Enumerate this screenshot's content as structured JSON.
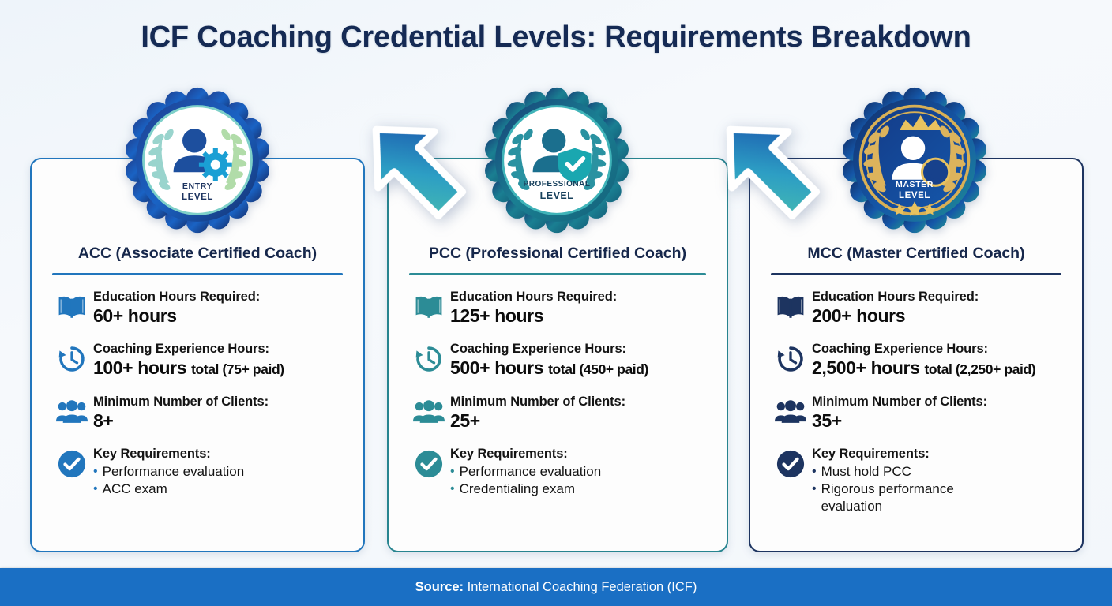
{
  "title": "ICF Coaching Credential Levels: Requirements Breakdown",
  "colors": {
    "acc_accent": "#2176bd",
    "pcc_accent": "#2c8c96",
    "mcc_accent": "#1d3460",
    "footer_bg": "#1a6fc4",
    "title_color": "#152a54",
    "gold": "#d6a53a"
  },
  "badges": [
    {
      "name": "entry-level-badge",
      "line1": "ENTRY",
      "line2": "LEVEL",
      "icon": "person-gear-icon"
    },
    {
      "name": "professional-level-badge",
      "line1": "PROFESSIONAL",
      "line2": "LEVEL",
      "icon": "person-shield-check-icon"
    },
    {
      "name": "master-level-badge",
      "line1": "MASTER",
      "line2": "LEVEL",
      "icon": "person-crown-star-icon"
    }
  ],
  "arrows": [
    {
      "name": "progression-arrow-acc-to-pcc"
    },
    {
      "name": "progression-arrow-pcc-to-mcc"
    }
  ],
  "cards": [
    {
      "id": "acc",
      "title": "ACC (Associate Certified Coach)",
      "rows": [
        {
          "icon": "book-icon",
          "label": "Education Hours Required:",
          "value": "60+ hours"
        },
        {
          "icon": "clock-icon",
          "label": "Coaching Experience Hours:",
          "value": "100+ hours",
          "value_sub": "total (75+ paid)"
        },
        {
          "icon": "people-icon",
          "label": "Minimum Number of Clients:",
          "value": "8+"
        },
        {
          "icon": "check-circle-icon",
          "label": "Key Requirements:",
          "bullets": [
            "Performance evaluation",
            "ACC exam"
          ]
        }
      ]
    },
    {
      "id": "pcc",
      "title": "PCC (Professional Certified Coach)",
      "rows": [
        {
          "icon": "book-icon",
          "label": "Education Hours Required:",
          "value": "125+ hours"
        },
        {
          "icon": "clock-icon",
          "label": "Coaching Experience Hours:",
          "value": "500+ hours",
          "value_sub": "total (450+ paid)"
        },
        {
          "icon": "people-icon",
          "label": "Minimum Number of Clients:",
          "value": "25+"
        },
        {
          "icon": "check-circle-icon",
          "label": "Key Requirements:",
          "bullets": [
            "Performance evaluation",
            "Credentialing exam"
          ]
        }
      ]
    },
    {
      "id": "mcc",
      "title": "MCC (Master Certified Coach)",
      "rows": [
        {
          "icon": "book-icon",
          "label": "Education Hours Required:",
          "value": "200+ hours"
        },
        {
          "icon": "clock-icon",
          "label": "Coaching Experience Hours:",
          "value": "2,500+ hours",
          "value_sub": "total (2,250+ paid)"
        },
        {
          "icon": "people-icon",
          "label": "Minimum Number of Clients:",
          "value": "35+"
        },
        {
          "icon": "check-circle-icon",
          "label": "Key Requirements:",
          "bullets": [
            "Must hold PCC",
            "Rigorous performance evaluation"
          ]
        }
      ]
    }
  ],
  "footer": {
    "prefix": "Source:",
    "text": "International Coaching Federation (ICF)"
  }
}
